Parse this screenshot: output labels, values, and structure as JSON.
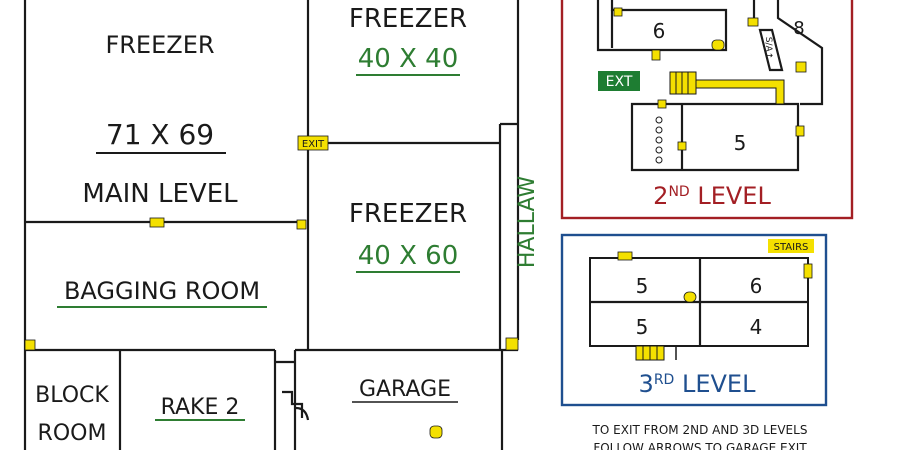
{
  "main": {
    "freezer_main_label": "FREEZER",
    "freezer_main_size": "71 X 69",
    "main_level_label": "MAIN LEVEL",
    "exit_sign": "EXIT",
    "freezer_a_label": "FREEZER",
    "freezer_a_size": "40 X 40",
    "freezer_b_label": "FREEZER",
    "freezer_b_size": "40 X 60",
    "hallway_label": "HALLAW",
    "bagging_room_label": "BAGGING ROOM",
    "block_room_line1": "BLOCK",
    "block_room_line2": "ROOM",
    "rake_label": "RAKE 2",
    "garage_label": "GARAGE"
  },
  "level2": {
    "title": "2ND LEVEL",
    "title_main": "2",
    "title_sup": "ND",
    "title_rest": " LEVEL",
    "room_6": "6",
    "room_8": "8",
    "room_5": "5",
    "exit_sign": "EXT",
    "stair_tag": "S/A↑"
  },
  "level3": {
    "title": "3RD LEVEL",
    "title_main": "3",
    "title_sup": "RD",
    "title_rest": " LEVEL",
    "stairs_label": "STAIRS",
    "room_tl": "5",
    "room_tr": "6",
    "room_bl": "5",
    "room_br": "4"
  },
  "notes": {
    "line1": "TO EXIT FROM 2ND AND 3D LEVELS",
    "line2": "FOLLOW ARROWS TO GARAGE EXIT"
  },
  "colors": {
    "wall": "#1a1a1a",
    "door_yellow": "#f4e000",
    "label_green": "#2e7d32",
    "level2_red": "#a31f24",
    "level3_blue": "#1f4f8f",
    "exit_green": "#1e7d32"
  }
}
